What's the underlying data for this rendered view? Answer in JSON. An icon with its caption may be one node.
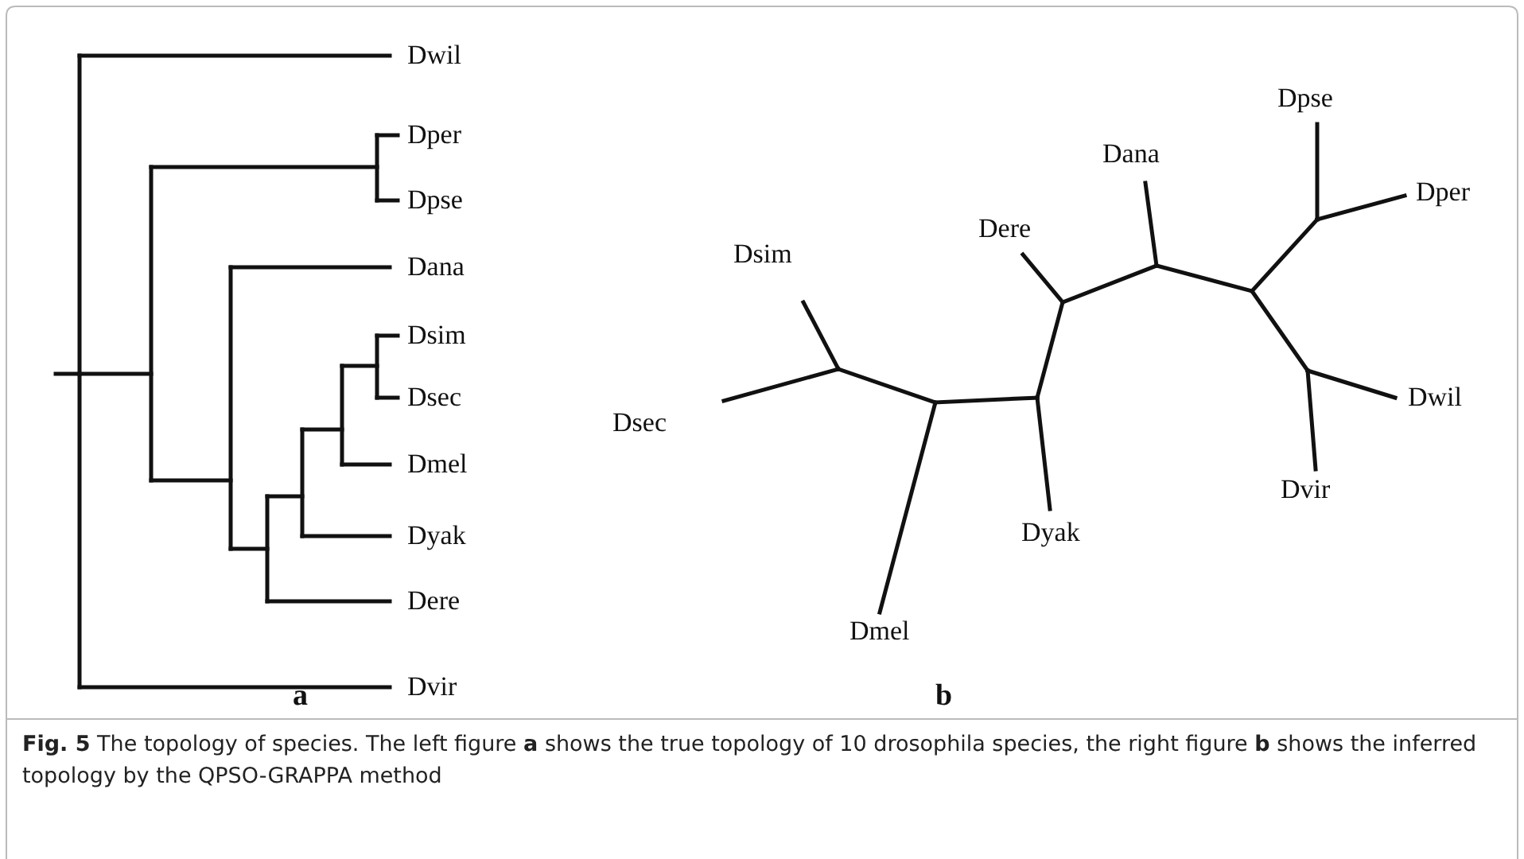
{
  "diagram": {
    "caption": "**Fig. 5**   The topology of species. The left figure **a** shows the true topology of 10 drosophila species, the right figure **b** shows the inferred topology by the QPSO-GRAPPA method",
    "labels": [
      "Dwil",
      "Dper",
      "Dpse",
      "Dana",
      "Dsim",
      "Dsec",
      "Dmel",
      "Dyak",
      "Dere",
      "Dvir",
      "a",
      "Dpse",
      "Dana",
      "Dere",
      "Dper",
      "Dsim",
      "Dwil",
      "Dsec",
      "Dvir",
      "Dyak",
      "Dmel",
      "b"
    ]
  }
}
